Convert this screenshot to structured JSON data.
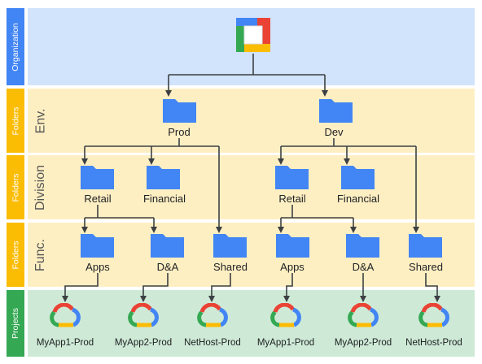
{
  "rows": {
    "organization": "Organization",
    "folders_env": "Folders",
    "env_label": "Env.",
    "folders_division": "Folders",
    "division_label": "Division",
    "folders_func": "Folders",
    "func_label": "Func.",
    "projects": "Projects"
  },
  "env": {
    "prod": "Prod",
    "dev": "Dev"
  },
  "division": {
    "prod_retail": "Retail",
    "prod_financial": "Financial",
    "dev_retail": "Retail",
    "dev_financial": "Financial"
  },
  "func": {
    "prod_apps": "Apps",
    "prod_da": "D&A",
    "prod_shared": "Shared",
    "dev_apps": "Apps",
    "dev_da": "D&A",
    "dev_shared": "Shared"
  },
  "projects": [
    "MyApp1-Prod",
    "MyApp2-Prod",
    "NetHost-Prod",
    "MyApp1-Prod",
    "MyApp2-Prod",
    "NetHost-Prod"
  ],
  "colors": {
    "org_band": "#d2e3fc",
    "org_tab": "#4285f4",
    "folder_band": "#feefc3",
    "folder_tab": "#fbbc04",
    "project_band": "#ceead6",
    "project_tab": "#34a853",
    "folder_icon": "#4285f4",
    "connector": "#3c4043"
  }
}
